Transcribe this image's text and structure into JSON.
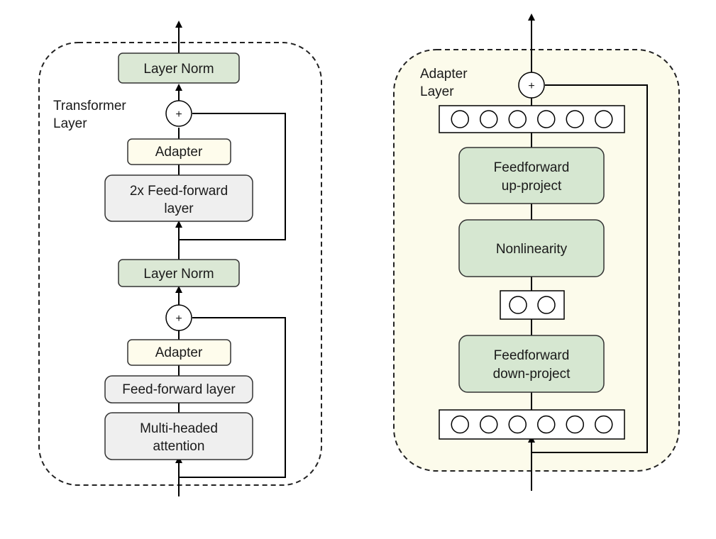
{
  "transformer": {
    "title_line1": "Transformer",
    "title_line2": "Layer",
    "layer_norm_top": "Layer Norm",
    "adapter_top": "Adapter",
    "ffn2x_line1": "2x Feed-forward",
    "ffn2x_line2": "layer",
    "layer_norm_mid": "Layer Norm",
    "adapter_bottom": "Adapter",
    "ffn": "Feed-forward layer",
    "mha_line1": "Multi-headed",
    "mha_line2": "attention",
    "plus_symbol": "+"
  },
  "adapter_layer": {
    "title_line1": "Adapter",
    "title_line2": "Layer",
    "up_line1": "Feedforward",
    "up_line2": "up-project",
    "nonlinearity": "Nonlinearity",
    "down_line1": "Feedforward",
    "down_line2": "down-project",
    "plus_symbol": "+",
    "wide_vector_units": 6,
    "bottleneck_units": 2
  },
  "colors": {
    "norm_fill": "#dbe8d5",
    "adapter_fill": "#fefcec",
    "ffn_fill": "#efefef",
    "green_block_fill": "#d6e7d1",
    "adapter_panel_fill": "#fcfbeb"
  }
}
